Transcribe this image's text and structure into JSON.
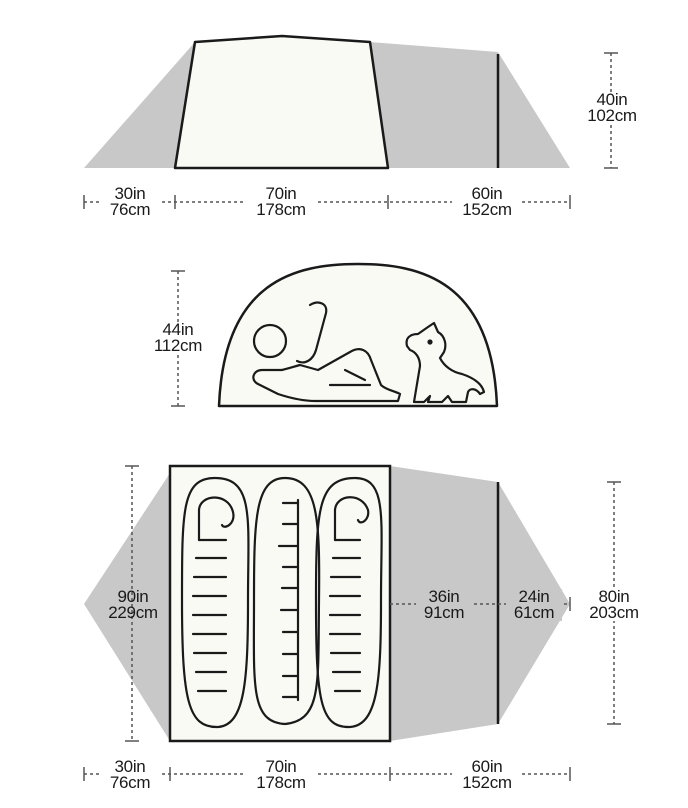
{
  "colors": {
    "vestibule_fill": "#c8c8c8",
    "body_fill": "#fafaf5",
    "stroke": "#1a1a1a",
    "dim_line": "#555555"
  },
  "side_view": {
    "left_length": {
      "in": "30in",
      "cm": "76cm"
    },
    "body_length": {
      "in": "70in",
      "cm": "178cm"
    },
    "right_length": {
      "in": "60in",
      "cm": "152cm"
    },
    "height": {
      "in": "40in",
      "cm": "102cm"
    }
  },
  "front_view": {
    "height": {
      "in": "44in",
      "cm": "112cm"
    },
    "occupants": [
      "person-reclining",
      "dog-sitting"
    ]
  },
  "floor_plan": {
    "body_width": {
      "in": "90in",
      "cm": "229cm"
    },
    "vestibule_depth": {
      "in": "36in",
      "cm": "91cm"
    },
    "pole_depth": {
      "in": "24in",
      "cm": "61cm"
    },
    "vestibule_width": {
      "in": "80in",
      "cm": "203cm"
    },
    "left_length": {
      "in": "30in",
      "cm": "76cm"
    },
    "body_length": {
      "in": "70in",
      "cm": "178cm"
    },
    "right_length": {
      "in": "60in",
      "cm": "152cm"
    },
    "sleeping_bags": 3
  }
}
